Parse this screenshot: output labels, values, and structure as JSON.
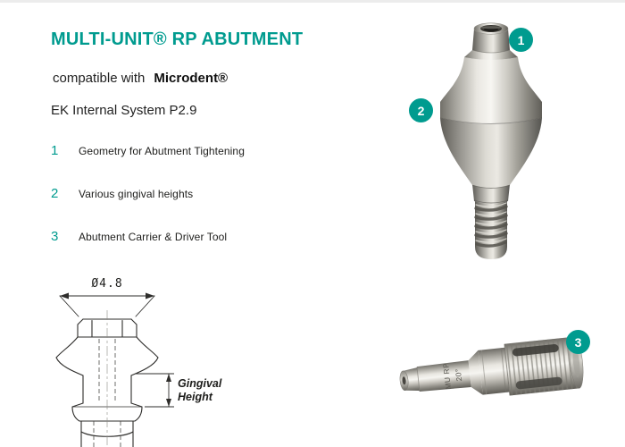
{
  "colors": {
    "accent": "#009b8f",
    "ink": "#1d1d1b"
  },
  "header": {
    "title": "MULTI-UNIT® RP ABUTMENT",
    "compatible_prefix": "compatible with",
    "brand": "Microdent®",
    "system": "EK Internal System P2.9"
  },
  "features": [
    {
      "num": "1",
      "label": "Geometry for Abutment Tightening"
    },
    {
      "num": "2",
      "label": "Various gingival heights"
    },
    {
      "num": "3",
      "label": "Abutment Carrier & Driver Tool"
    }
  ],
  "callouts": {
    "abutment_top": "1",
    "abutment_side": "2",
    "tool": "3"
  },
  "drawing": {
    "diameter_label": "Ø4.8",
    "gingival_line1": "Gingival",
    "gingival_line2": "Height"
  },
  "tool": {
    "engraving_line1": "MU RP",
    "engraving_line2": "20°"
  }
}
